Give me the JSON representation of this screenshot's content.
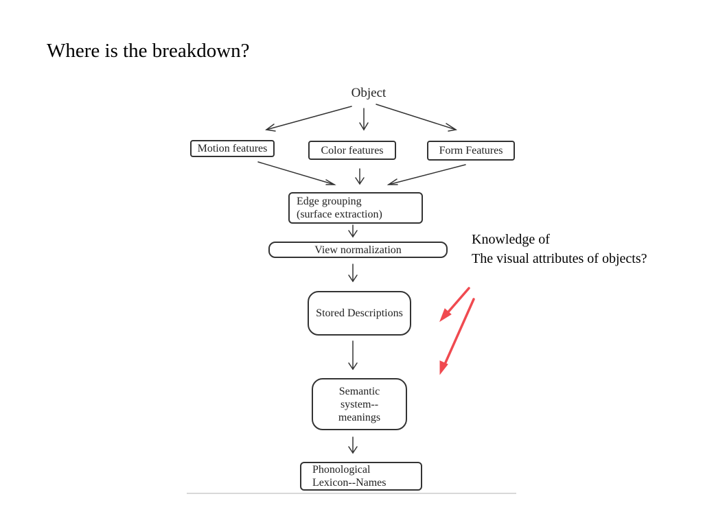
{
  "slide": {
    "title": "Where is the breakdown?",
    "annotation": {
      "line1": "Knowledge of",
      "line2": "The visual attributes of objects?",
      "arrow_color": "#f04a50"
    }
  },
  "diagram": {
    "root": "Object",
    "features": {
      "motion": "Motion features",
      "color": "Color features",
      "form": "Form Features"
    },
    "edge_grouping": {
      "line1": "Edge grouping",
      "line2": "(surface extraction)"
    },
    "view_normalization": "View normalization",
    "stored_descriptions": "Stored Descriptions",
    "semantic": {
      "line1": "Semantic",
      "line2": "system--",
      "line3": "meanings"
    },
    "phonological": {
      "line1": "Phonological",
      "line2": "Lexicon--Names"
    }
  }
}
